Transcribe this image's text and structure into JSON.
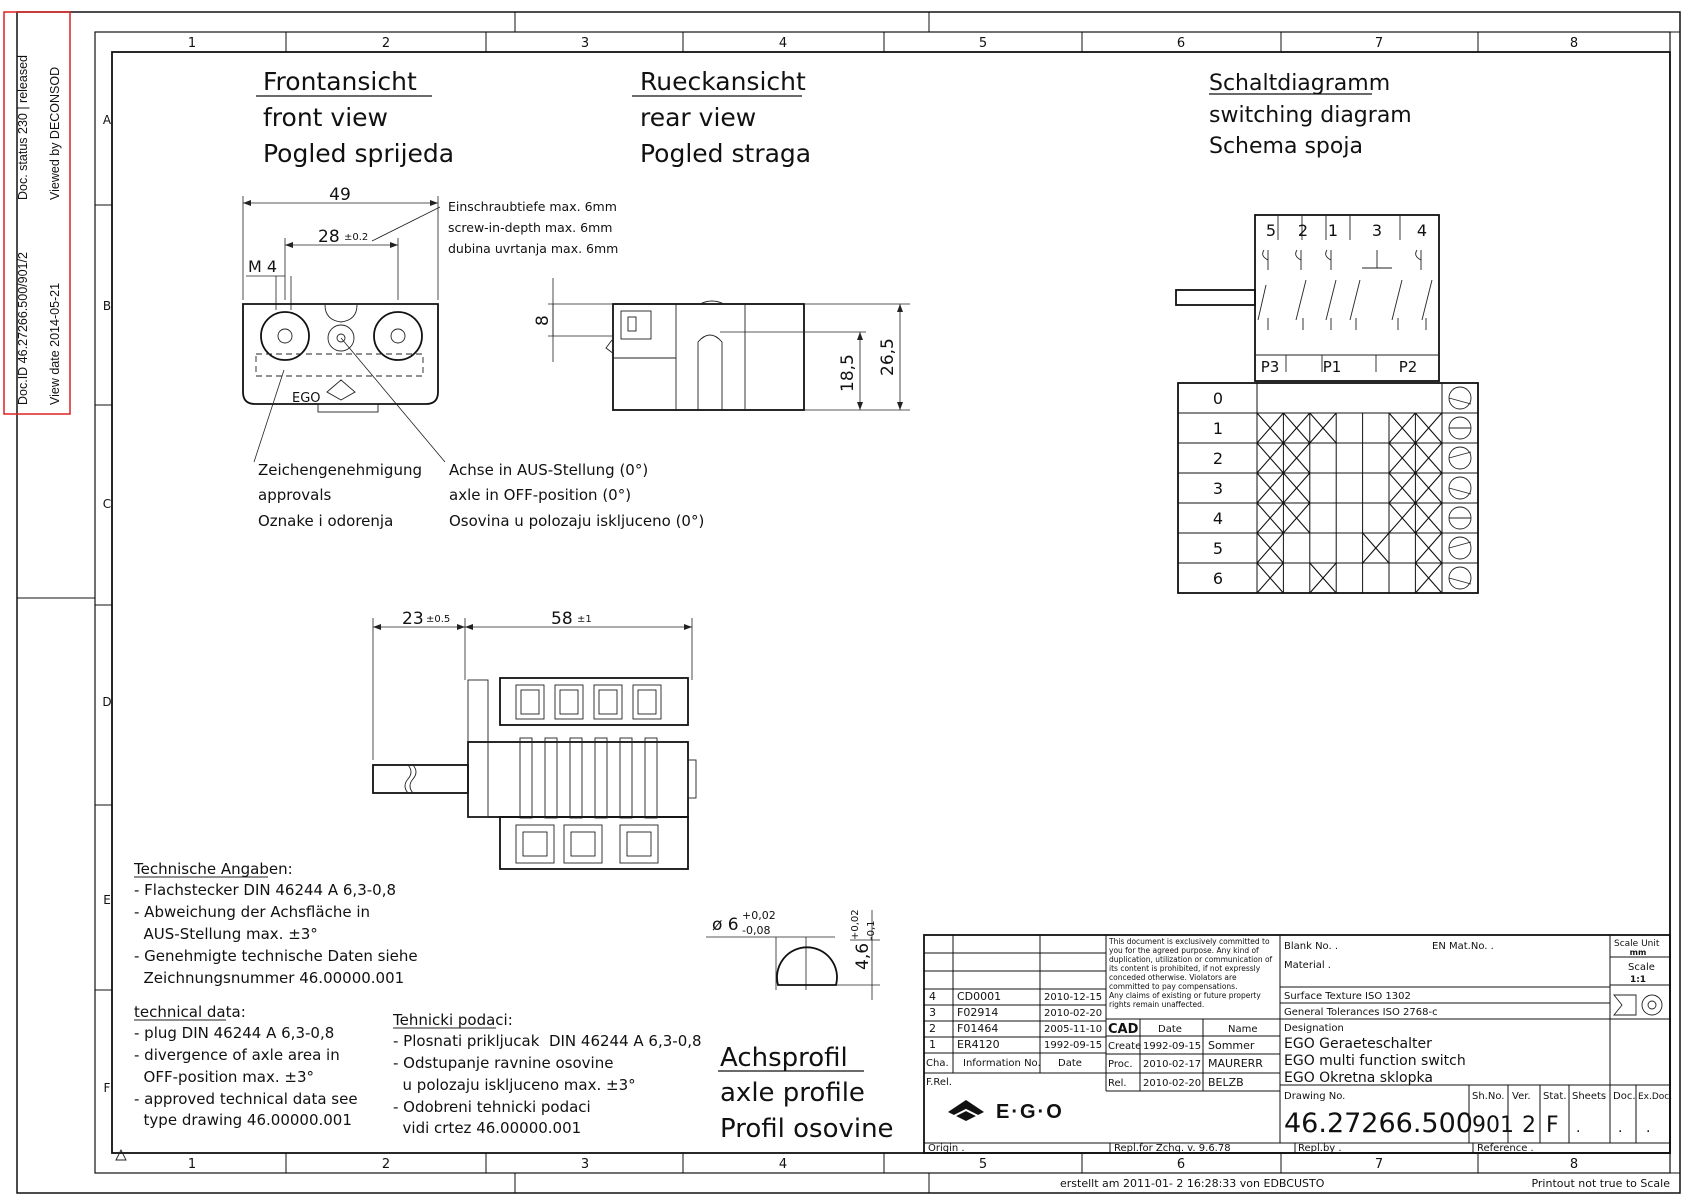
{
  "side_stamp": {
    "doc_id": "Doc.ID 46.27266.500/901/2",
    "doc_status": "Doc. status 230 | released",
    "view_date": "View date 2014-05-21",
    "viewed_by": "Viewed by DECONSOD"
  },
  "columns": [
    "1",
    "2",
    "3",
    "4",
    "5",
    "6",
    "7",
    "8"
  ],
  "rows": [
    "A",
    "B",
    "C",
    "D",
    "E",
    "F"
  ],
  "front_view": {
    "title_de": "Frontansicht",
    "title_en": "front view",
    "title_hr": "Pogled sprijeda",
    "dim_49": "49",
    "dim_28": "28",
    "dim_28_tol": "±0.2",
    "dim_m4": "M 4",
    "screw_de": "Einschraubtiefe  max. 6mm",
    "screw_en": "screw-in-depth  max. 6mm",
    "screw_hr": "dubina uvrtanja max. 6mm",
    "logo": "EGO",
    "approvals_de": "Zeichengenehmigung",
    "approvals_en": "approvals",
    "approvals_hr": "Oznake i odorenja",
    "axle_de": "Achse in AUS-Stellung (0°)",
    "axle_en": "axle in OFF-position (0°)",
    "axle_hr": "Osovina  u polozaju iskljuceno (0°)"
  },
  "rear_view": {
    "title_de": "Rueckansicht",
    "title_en": "rear view",
    "title_hr": "Pogled straga",
    "dim_8": "8",
    "dim_185": "18,5",
    "dim_265": "26,5"
  },
  "side_view": {
    "dim_23": "23",
    "dim_23_tol": "±0.5",
    "dim_58": "58",
    "dim_58_tol": "±1"
  },
  "switching": {
    "title_de": "Schaltdiagramm",
    "title_en": "switching diagram",
    "title_hr": "Schema spoja",
    "terminals": [
      "5",
      "2",
      "1",
      "3",
      "4"
    ],
    "groups": [
      "P3",
      "P1",
      "P2"
    ],
    "positions": [
      "0",
      "1",
      "2",
      "3",
      "4",
      "5",
      "6"
    ],
    "matrix": [
      [
        0,
        0,
        0,
        0,
        0,
        0,
        0
      ],
      [
        1,
        1,
        1,
        0,
        0,
        1,
        1
      ],
      [
        1,
        1,
        0,
        0,
        0,
        1,
        1
      ],
      [
        1,
        1,
        0,
        0,
        0,
        1,
        1
      ],
      [
        1,
        1,
        0,
        0,
        0,
        1,
        1
      ],
      [
        1,
        0,
        0,
        0,
        1,
        0,
        1
      ],
      [
        1,
        0,
        1,
        0,
        0,
        0,
        1
      ]
    ]
  },
  "tech_de": {
    "heading": "Technische Angaben:",
    "lines": [
      "- Flachstecker DIN 46244 A 6,3-0,8",
      "- Abweichung der Achsfläche in",
      "  AUS-Stellung max. ±3°",
      "- Genehmigte technische Daten siehe",
      "  Zeichnungsnummer 46.00000.001"
    ]
  },
  "tech_en": {
    "heading": "technical data:",
    "lines": [
      "- plug DIN 46244 A 6,3-0,8",
      "- divergence of axle area in",
      "  OFF-position max. ±3°",
      "- approved technical data see",
      "  type drawing 46.00000.001"
    ]
  },
  "tech_hr": {
    "heading": "Tehnicki podaci:",
    "lines": [
      "- Plosnati prikljucak  DIN 46244 A 6,3-0,8",
      "- Odstupanje ravnine osovine",
      "  u polozaju iskljuceno max. ±3°",
      "- Odobreni tehnicki podaci",
      "  vidi crtez 46.00000.001"
    ]
  },
  "axle_profile": {
    "dia": "ø 6",
    "dia_tol_up": "+0,02",
    "dia_tol_dn": "-0,08",
    "height": "4,6",
    "h_tol_up": "+0,02",
    "h_tol_dn": "-0,1",
    "title_de": "Achsprofil",
    "title_en": "axle profile",
    "title_hr": "Profil osovine"
  },
  "title_block": {
    "notice": [
      "This document is exclusively committed to",
      "you for the agreed purpose. Any kind of",
      "duplication, utilization or communication of",
      "its content is prohibited, if not expressly",
      "conceded otherwise. Violators are",
      "committed to pay compensations.",
      "Any claims of existing or future property",
      "rights remain unaffected."
    ],
    "revisions": [
      {
        "no": "4",
        "info": "CD0001",
        "date": "2010-12-15"
      },
      {
        "no": "3",
        "info": "F02914",
        "date": "2010-02-20"
      },
      {
        "no": "2",
        "info": "F01464",
        "date": "2005-11-10"
      },
      {
        "no": "1",
        "info": "ER4120",
        "date": "1992-09-15"
      }
    ],
    "rev_head": {
      "cha": "Cha.",
      "info": "Information No.",
      "date": "Date"
    },
    "frel": "F.Rel.",
    "cad": "CAD",
    "cad_date": "Date",
    "cad_name": "Name",
    "create_label": "Create",
    "create_date": "1992-09-15",
    "create_name": "Sommer",
    "proc_label": "Proc.",
    "proc_date": "2010-02-17",
    "proc_name": "MAURERR",
    "rel_label": "Rel.",
    "rel_date": "2010-02-20",
    "rel_name": "BELZB",
    "blank_no": "Blank No.  .",
    "en_mat": "EN Mat.No.  .",
    "material": "Material   .",
    "surface": "Surface Texture ISO 1302",
    "tolerances": "General Tolerances   ISO 2768-c",
    "designation": "Designation",
    "des_de": "EGO Geraeteschalter",
    "des_en": "EGO multi function switch",
    "des_hr": "EGO Okretna sklopka",
    "scale_unit": "Scale Unit",
    "unit": "mm",
    "scale": "Scale",
    "scale_val": "1:1",
    "drawing_no_label": "Drawing No.",
    "drawing_no": "46.27266.500",
    "sh_no_label": "Sh.No.",
    "sh_no": "901",
    "ver_label": "Ver.",
    "ver": "2",
    "stat_label": "Stat.",
    "stat": "F",
    "sheets_label": "Sheets",
    "sheets": ".",
    "doc_label": "Doc.",
    "doc": ".",
    "exdoc_label": "Ex.Doc.",
    "exdoc": ".",
    "logo": "E·G·O",
    "origin": "Origin .",
    "repl_for": "Repl.for Zchg. v. 9.6.78",
    "repl_by": "Repl.by .",
    "reference": "Reference ."
  },
  "footer": {
    "created": "erstellt am 2011-01- 2 16:28:33 von EDBCUSTO",
    "printout": "Printout not true to Scale"
  }
}
